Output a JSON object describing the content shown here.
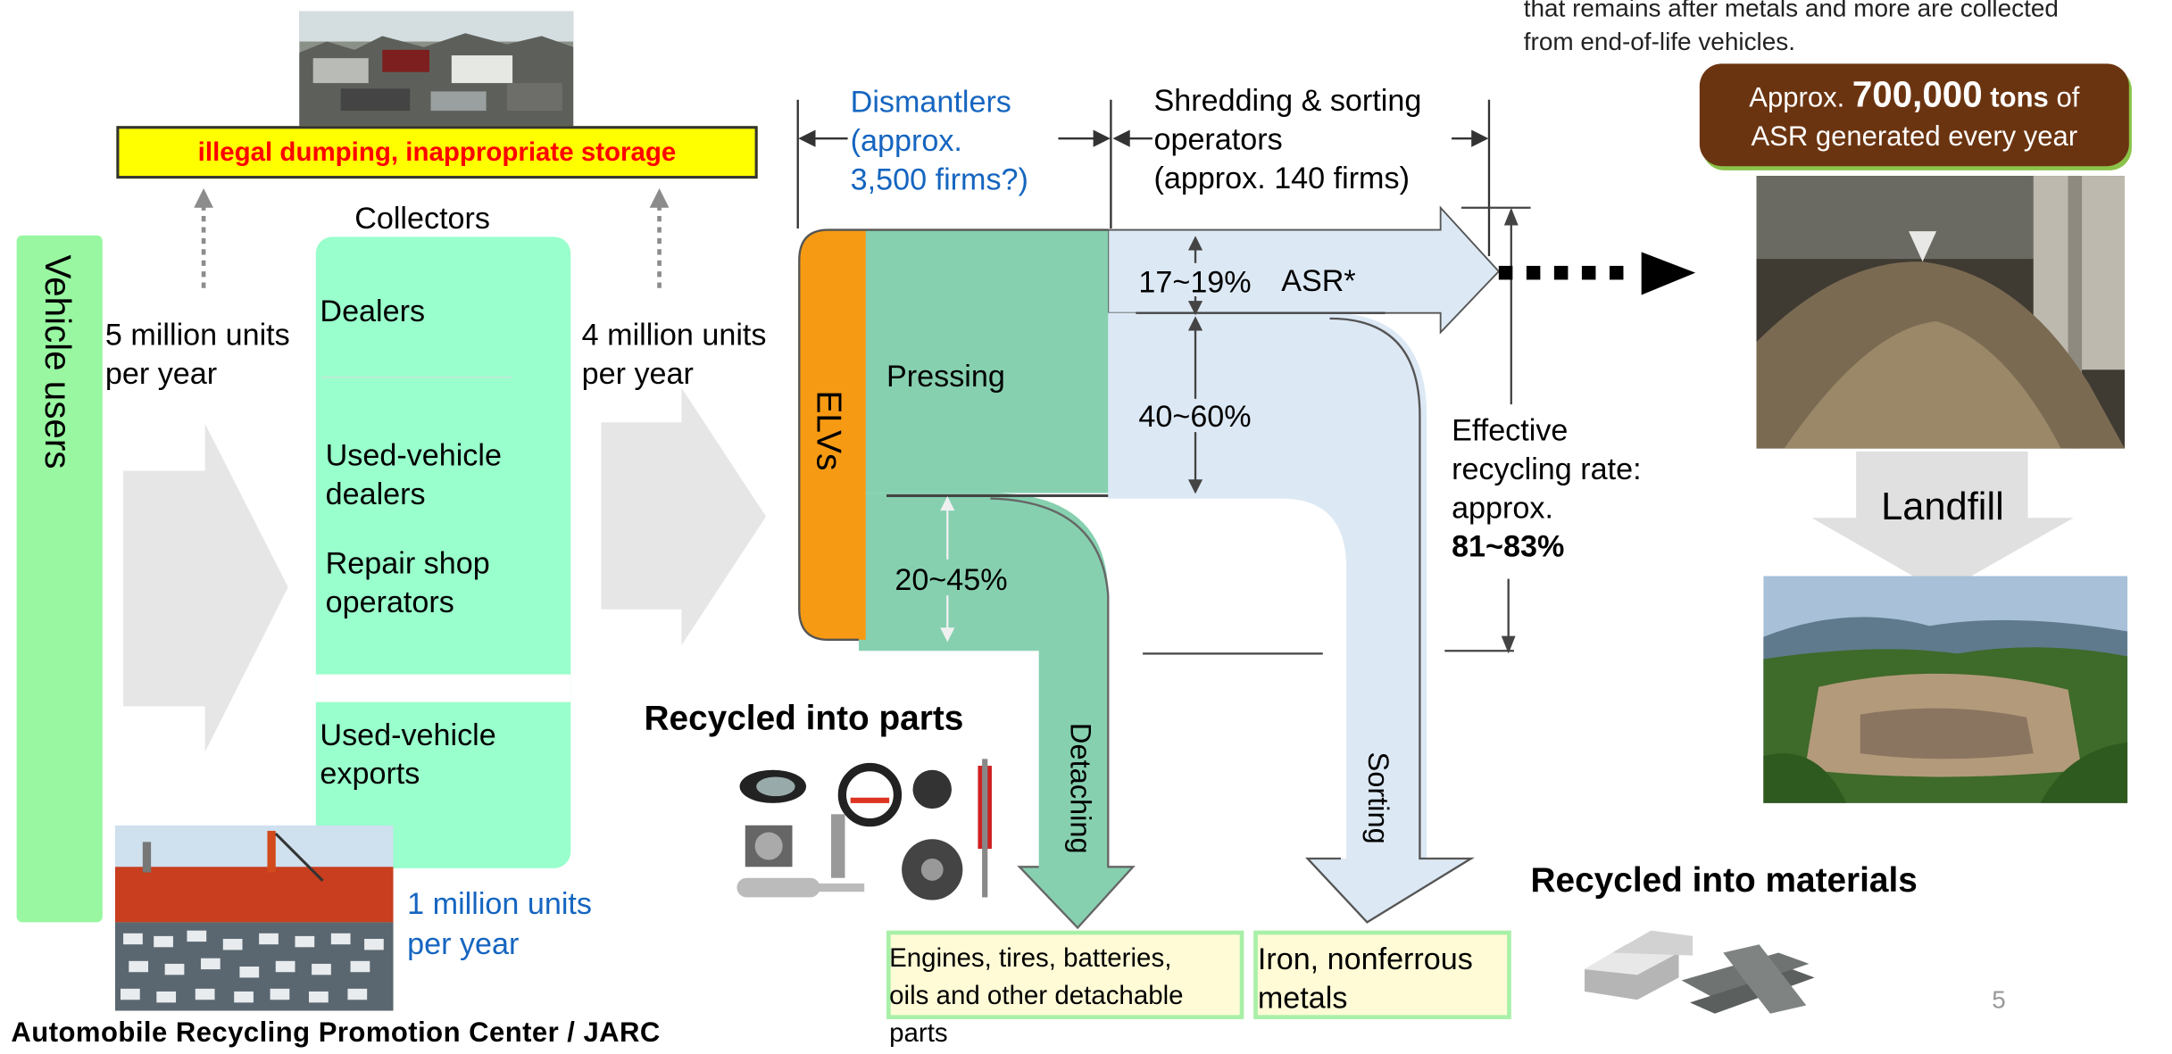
{
  "header_note": [
    "that remains after metals and more are collected",
    "from end-of-life vehicles."
  ],
  "dumping_label": {
    "a": "illegal dumping",
    "sep": ", ",
    "b": "inappropriate storage"
  },
  "vehicle_users": "Vehicle users",
  "flow_left": [
    "5 million units",
    "per year"
  ],
  "collectors": {
    "title": "Collectors",
    "dealers": "Dealers",
    "used_dealers": [
      "Used-vehicle",
      "dealers"
    ],
    "repair": [
      "Repair shop",
      "operators"
    ],
    "exports": [
      "Used-vehicle",
      "exports"
    ]
  },
  "flow_mid": [
    "4 million units",
    "per year"
  ],
  "export_units": [
    "1 million units",
    "per year"
  ],
  "dismantlers": [
    "Dismantlers",
    "(approx.",
    "3,500 firms?)"
  ],
  "shredders": [
    "Shredding & sorting",
    "operators",
    "(approx. 140 firms)"
  ],
  "elvs": "ELVs",
  "pressing": "Pressing",
  "pct_asr": "17~19%",
  "asr_label": "ASR*",
  "pct_mid": "40~60%",
  "pct_parts": "20~45%",
  "detaching": "Detaching",
  "sorting": "Sorting",
  "effective": [
    "Effective",
    "recycling rate:",
    "approx.",
    "81~83%"
  ],
  "asr_box": {
    "pre": "Approx. ",
    "num": "700,000",
    "unit": " tons",
    "post": " of",
    "line2": "ASR generated every year"
  },
  "landfill": "Landfill",
  "recycled_parts": "Recycled into parts",
  "recycled_materials": "Recycled into materials",
  "engines_box": [
    "Engines, tires, batteries,",
    "oils and other detachable",
    "parts"
  ],
  "iron_box": [
    "Iron, nonferrous",
    "metals"
  ],
  "footer": "Automobile Recycling Promotion Center / JARC",
  "page_number": "5",
  "colors": {
    "green_bar": "#99f7a2",
    "collectors": "#99ffcc",
    "elv_orange": "#f79a13",
    "pressing": "#86d0b0",
    "asr_band": "#dce9f5",
    "asr_box": "#6b3410",
    "yellow": "#ffff00",
    "red_text": "#ff0000",
    "blue_text": "#1565c0",
    "cream": "#fffbd6"
  }
}
